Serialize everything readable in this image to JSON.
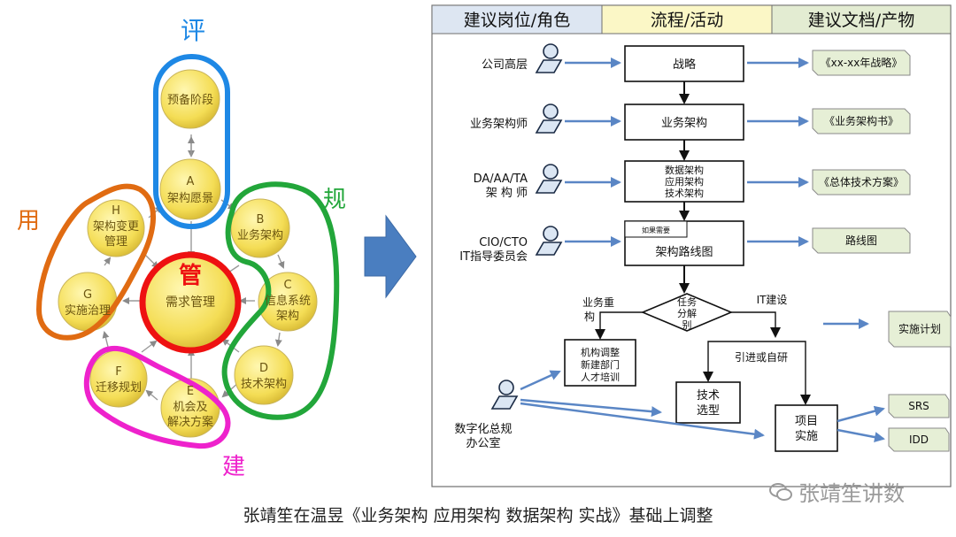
{
  "cycle": {
    "label_evaluate": "评",
    "label_plan": "规",
    "label_use": "用",
    "label_build": "建",
    "center_char": "管",
    "center_text": "需求管理",
    "prelim": "预备阶段",
    "phases": {
      "a_letter": "A",
      "a_text": "架构愿景",
      "b_letter": "B",
      "b_text": "业务架构",
      "c_letter": "C",
      "c_line1": "信息系统",
      "c_line2": "架构",
      "d_letter": "D",
      "d_text": "技术架构",
      "e_letter": "E",
      "e_line1": "机会及",
      "e_line2": "解决方案",
      "f_letter": "F",
      "f_text": "迁移规划",
      "g_letter": "G",
      "g_text": "实施治理",
      "h_letter": "H",
      "h_line1": "架构变更",
      "h_line2": "管理"
    },
    "colors": {
      "evaluate": "#1e88e5",
      "plan": "#22a63a",
      "use": "#e06b12",
      "build": "#ee22cc",
      "center": "#ee1111",
      "phase_fill": "#f6e36a"
    }
  },
  "flow": {
    "headers": {
      "roles": "建议岗位/角色",
      "process": "流程/活动",
      "docs": "建议文档/产物"
    },
    "roles": {
      "r1": "公司高层",
      "r2": "业务架构师",
      "r3_line1": "DA/AA/TA",
      "r3_line2": "架 构 师",
      "r4_line1": "CIO/CTO",
      "r4_line2": "IT指导委员会",
      "r5_line1": "数字化总规",
      "r5_line2": "办公室"
    },
    "process": {
      "p1": "战略",
      "p2": "业务架构",
      "p3_line1": "数据架构",
      "p3_line2": "应用架构",
      "p3_line3": "技术架构",
      "p4_tag": "如果需要",
      "p4": "架构路线图",
      "decision_line1": "任务",
      "decision_line2": "分解",
      "decision_line3": "别",
      "branch_left_line1": "业务重",
      "branch_left_line2": "构",
      "branch_right": "IT建设",
      "org_line1": "机构调整",
      "org_line2": "新建部门",
      "org_line3": "人才培训",
      "intro": "引进或自研",
      "tech_line1": "技术",
      "tech_line2": "选型",
      "proj_line1": "项目",
      "proj_line2": "实施"
    },
    "docs": {
      "d1": "《xx-xx年战略》",
      "d2": "《业务架构书》",
      "d3": "《总体技术方案》",
      "d4": "路线图",
      "d5": "实施计划",
      "d6": "SRS",
      "d7": "IDD"
    },
    "colors": {
      "header_roles": "#dde6f2",
      "header_process": "#fbf7c6",
      "header_docs": "#e3ecd2",
      "doc_fill": "#e6efd6",
      "arrow_blue": "#5a86c5"
    }
  },
  "caption": "张靖笙在温昱《业务架构 应用架构 数据架构 实战》基础上调整",
  "watermark": "张靖笙讲数"
}
